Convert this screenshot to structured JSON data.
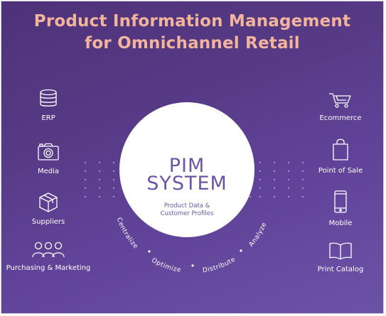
{
  "title": {
    "line1": "Product Information Management",
    "line2": "for Omnichannel Retail"
  },
  "colors": {
    "background_start": "#4e3278",
    "background_end": "#6c52a6",
    "title": "#f2b49a",
    "center_text": "#6a56a6",
    "icon": "#ffffff"
  },
  "sources": [
    {
      "label": "ERP",
      "icon": "database-icon"
    },
    {
      "label": "Media",
      "icon": "camera-icon"
    },
    {
      "label": "Suppliers",
      "icon": "box-icon"
    },
    {
      "label": "Purchasing & Marketing",
      "icon": "people-icon"
    }
  ],
  "channels": [
    {
      "label": "Ecommerce",
      "icon": "shopping-cart-icon"
    },
    {
      "label": "Point of Sale",
      "icon": "shopping-bag-icon"
    },
    {
      "label": "Mobile",
      "icon": "smartphone-icon"
    },
    {
      "label": "Print Catalog",
      "icon": "open-book-icon"
    }
  ],
  "center": {
    "heading_line1": "PIM",
    "heading_line2": "SYSTEM",
    "sub_line1": "Product Data &",
    "sub_line2": "Customer Profiles"
  },
  "process_steps": [
    "Centralize",
    "Optimize",
    "Distribute",
    "Analyze"
  ]
}
